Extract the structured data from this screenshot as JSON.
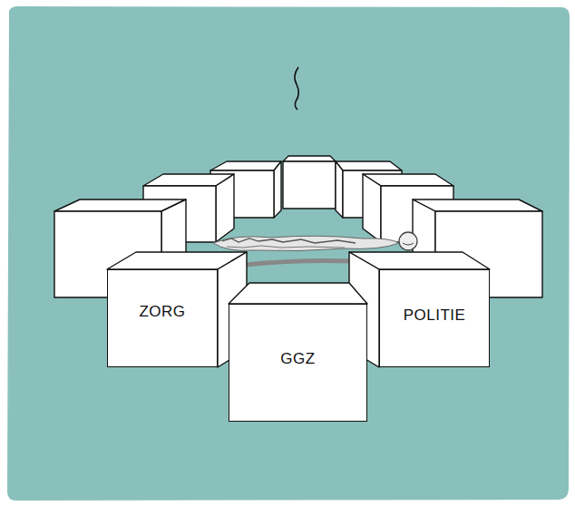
{
  "diagram": {
    "nodes": [
      {
        "text": [
          "ZORG"
        ]
      },
      {
        "text": [
          "POLITIE"
        ]
      },
      {
        "text": [
          "GGZ"
        ]
      }
    ]
  }
}
